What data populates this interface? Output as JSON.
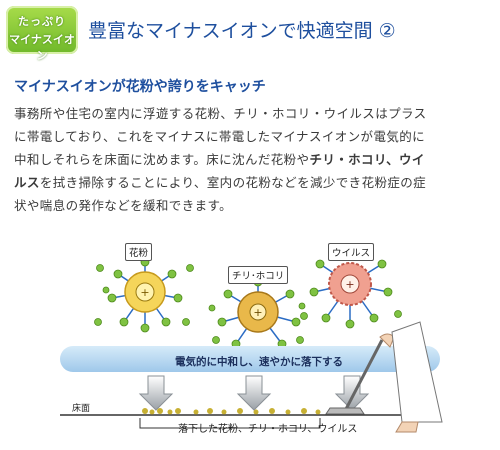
{
  "badge": {
    "line1": "たっぷり",
    "line2": "マイナスイオン"
  },
  "title": "豊富なマイナスイオンで快適空間 ②",
  "subhead": "マイナスイオンが花粉や誇りをキャッチ",
  "body": {
    "line1": "事務所や住宅の室内に浮遊する花粉、チリ・ホコリ・ウイルスはプラス",
    "line2": "に帯電しており、これをマイナスに帯電したマイナスイオンが電気的に",
    "line3_a": "中和しそれらを床面に沈めます。床に沈んだ花粉や",
    "line3_b": "チリ・ホコリ、ウイ",
    "line4_a": "ルス",
    "line4_b": "を拭き掃除することにより、室内の花粉などを減少でき花粉症の症",
    "line5": "状や喘息の発作などを緩和できます。"
  },
  "diagram": {
    "label_pollen": "花粉",
    "label_dust": "チリ･ホコリ",
    "label_virus": "ウイルス",
    "banner": "電気的に中和し、速やかに落下する",
    "floor": "床面",
    "caption": "落下した花粉、チリ・ホコリ、ウイルス",
    "colors": {
      "ion": "#7fc242",
      "spike": "#2b6cc4",
      "pollen": "#f2c94c",
      "virus": "#e8857a",
      "banner": "#b9d9f2"
    }
  }
}
